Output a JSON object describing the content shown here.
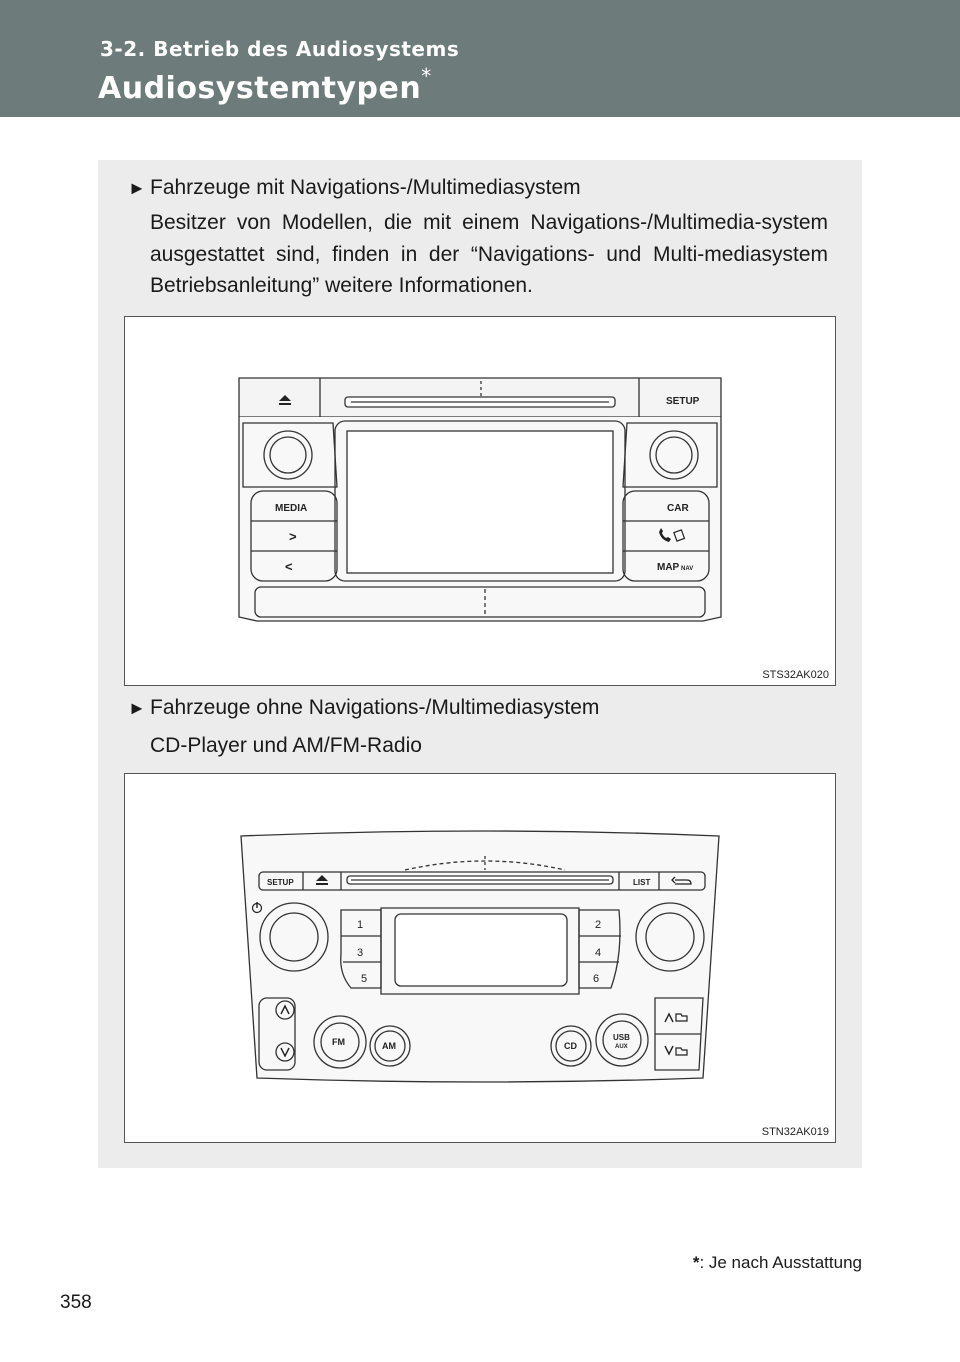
{
  "header": {
    "section": "3-2. Betrieb des Audiosystems",
    "title": "Audiosystemtypen",
    "title_mark": "*"
  },
  "items": [
    {
      "heading": "Fahrzeuge mit Navigations-/Multimediasystem",
      "text": "Besitzer von Modellen, die mit einem Navigations-/Multimedia-system ausgestattet sind, finden in der “Navigations- und Multi-mediasystem Betriebsanleitung” weitere Informationen.",
      "figure_code": "STS32AK020"
    },
    {
      "heading": "Fahrzeuge ohne Navigations-/Multimediasystem",
      "text": "CD-Player und AM/FM-Radio",
      "figure_code": "STN32AK019"
    }
  ],
  "figure1_labels": {
    "setup": "SETUP",
    "media": "MEDIA",
    "car": "CAR",
    "next": ">",
    "prev": "<",
    "map": "MAP",
    "nav": "NAV"
  },
  "figure2_labels": {
    "setup": "SETUP",
    "list": "LIST",
    "p1": "1",
    "p2": "2",
    "p3": "3",
    "p4": "4",
    "p5": "5",
    "p6": "6",
    "fm": "FM",
    "am": "AM",
    "cd": "CD",
    "usb": "USB",
    "aux": "AUX"
  },
  "footnote": {
    "mark": "*",
    "text": ": Je nach Ausstattung"
  },
  "page_number": "358",
  "icons": [
    "arrow-right-icon",
    "eject-icon",
    "phone-icon",
    "power-icon",
    "back-icon",
    "seek-up-icon",
    "seek-down-icon",
    "folder-up-icon",
    "folder-down-icon"
  ]
}
